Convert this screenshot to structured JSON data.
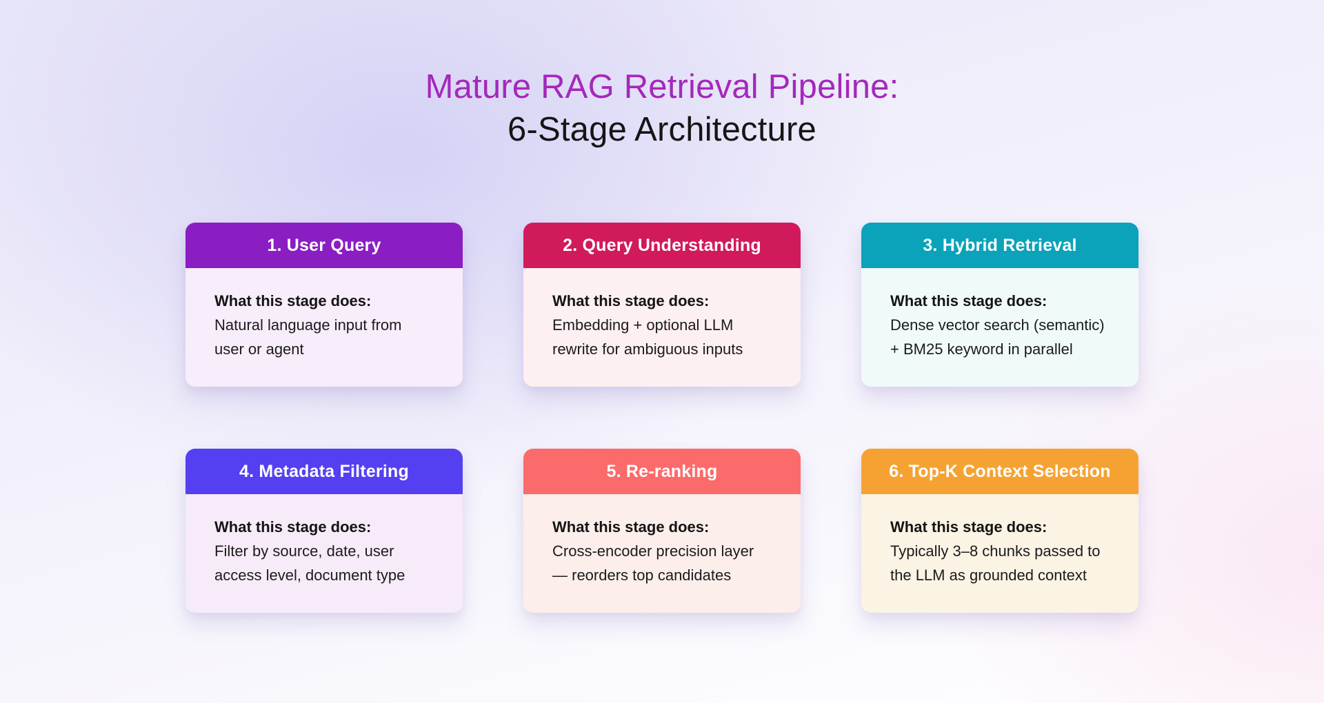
{
  "title": {
    "line1": "Mature RAG Retrieval Pipeline:",
    "line2": "6-Stage Architecture",
    "line1_color": "#A428BC",
    "line2_color": "#151515"
  },
  "cards": [
    {
      "title": "1. User Query",
      "header_color": "#8A1EC2",
      "body_bg": "#F8EDFA",
      "label": "What this stage does:",
      "description": "Natural language input from user or agent"
    },
    {
      "title": "2. Query Understanding",
      "header_color": "#D01A5C",
      "body_bg": "#FDF0F2",
      "label": "What this stage does:",
      "description": "Embedding + optional LLM rewrite for ambiguous inputs"
    },
    {
      "title": "3. Hybrid Retrieval",
      "header_color": "#0AA3B9",
      "body_bg": "#F1FAFB",
      "label": "What this stage does:",
      "description": "Dense vector search (semantic) + BM25 keyword in parallel"
    },
    {
      "title": "4. Metadata Filtering",
      "header_color": "#5440F0",
      "body_bg": "#F7EBF9",
      "label": "What this stage does:",
      "description": "Filter by source, date, user access level, document type"
    },
    {
      "title": "5. Re-ranking",
      "header_color": "#FC6B6B",
      "body_bg": "#FCEEEB",
      "label": "What this stage does:",
      "description": "Cross-encoder precision layer — reorders top candidates"
    },
    {
      "title": "6. Top-K Context Selection",
      "header_color": "#F6A233",
      "body_bg": "#FBF3E4",
      "label": "What this stage does:",
      "description": "Typically 3–8 chunks passed to the LLM as grounded context"
    }
  ]
}
